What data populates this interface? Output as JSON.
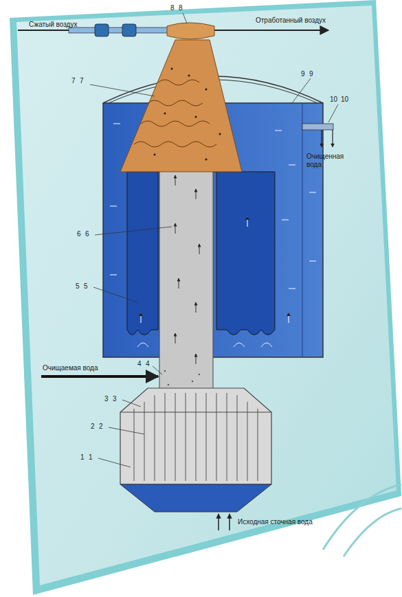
{
  "diagram": {
    "labels": [
      "Сжатый воздух",
      "Отработанный воздух",
      "8",
      "8",
      "7",
      "7",
      "9",
      "9",
      "10",
      "10",
      "Очищенная вода",
      "6",
      "6",
      "5",
      "5",
      "4",
      "4",
      "Очищаемая вода",
      "3",
      "3",
      "2",
      "2",
      "1",
      "1",
      "Исходная сточная вода"
    ]
  }
}
